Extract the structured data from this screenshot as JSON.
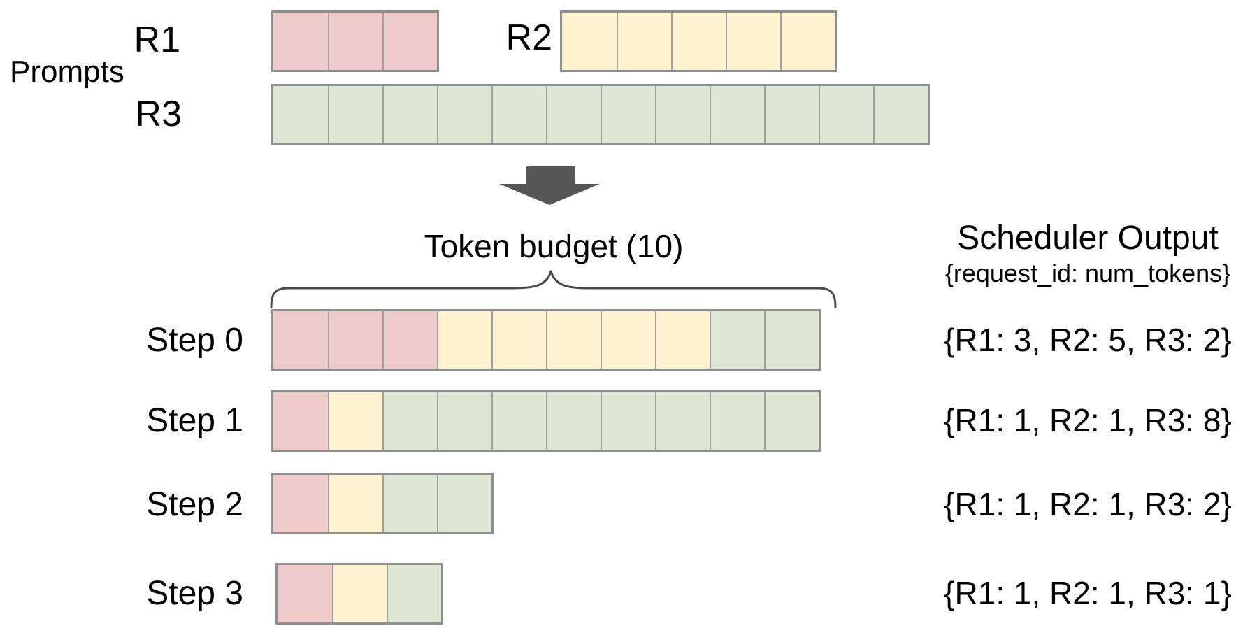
{
  "prompts": {
    "section_label": "Prompts",
    "rows": [
      {
        "id": "R1",
        "segments": [
          {
            "color": "pink",
            "count": 3
          }
        ]
      },
      {
        "id": "R2",
        "segments": [
          {
            "color": "yellow",
            "count": 5
          }
        ]
      },
      {
        "id": "R3",
        "segments": [
          {
            "color": "green",
            "count": 12
          }
        ]
      }
    ]
  },
  "token_budget": {
    "label": "Token budget (10)"
  },
  "scheduler": {
    "title": "Scheduler Output",
    "subtitle": "{request_id: num_tokens}"
  },
  "steps": [
    {
      "label": "Step 0",
      "segments": [
        {
          "color": "pink",
          "count": 3
        },
        {
          "color": "yellow",
          "count": 5
        },
        {
          "color": "green",
          "count": 2
        }
      ],
      "output": "{R1: 3, R2: 5, R3: 2}"
    },
    {
      "label": "Step 1",
      "segments": [
        {
          "color": "pink",
          "count": 1
        },
        {
          "color": "yellow",
          "count": 1
        },
        {
          "color": "green",
          "count": 8
        }
      ],
      "output": "{R1: 1, R2: 1, R3: 8}"
    },
    {
      "label": "Step 2",
      "segments": [
        {
          "color": "pink",
          "count": 1
        },
        {
          "color": "yellow",
          "count": 1
        },
        {
          "color": "green",
          "count": 2
        }
      ],
      "output": "{R1: 1, R2: 1, R3: 2}"
    },
    {
      "label": "Step 3",
      "segments": [
        {
          "color": "pink",
          "count": 1
        },
        {
          "color": "yellow",
          "count": 1
        },
        {
          "color": "green",
          "count": 1
        }
      ],
      "output": "{R1: 1, R2: 1, R3: 1}"
    }
  ],
  "legend": {
    "pink_meaning": "R1",
    "yellow_meaning": "R2",
    "green_meaning": "R3"
  },
  "colors": {
    "pink": "#eecaca",
    "yellow": "#fdf3d0",
    "green": "#dce8d4",
    "cell_border": "#a0a0a0",
    "row_border": "#8f8f8f",
    "arrow": "#565656",
    "brace": "#4a4a4a",
    "text": "#000000"
  }
}
